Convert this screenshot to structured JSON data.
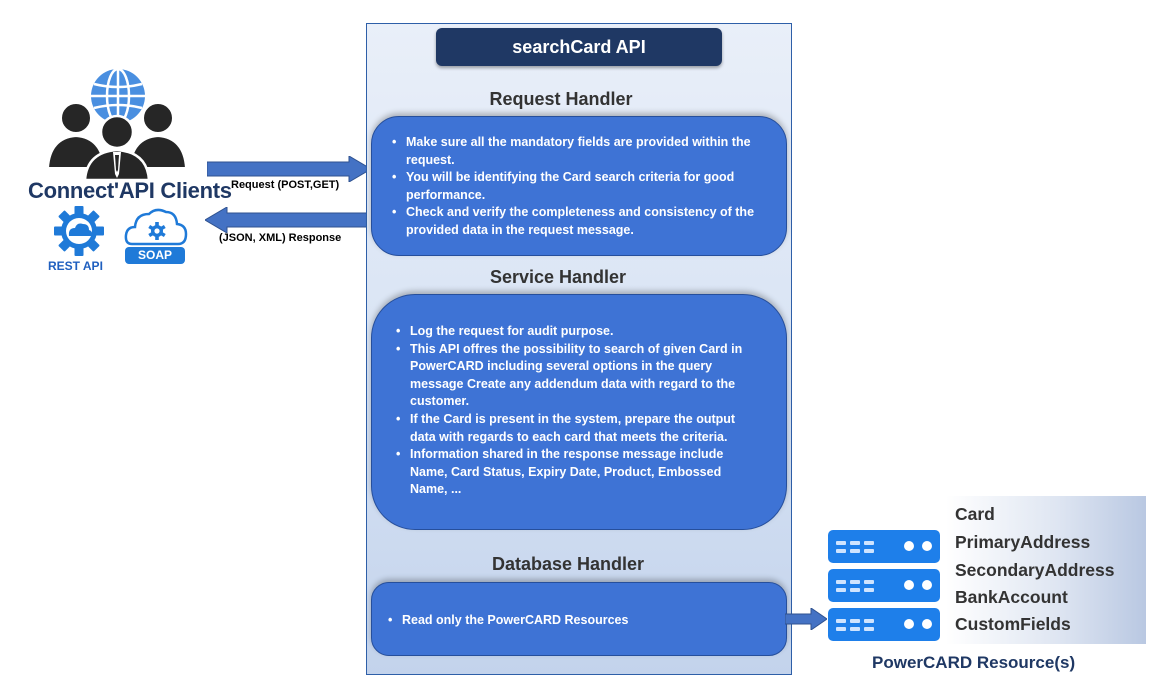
{
  "diagram": {
    "api_title": "searchCard  API",
    "clients": {
      "title": "Connect'API Clients",
      "rest_label": "REST API",
      "soap_label": "SOAP"
    },
    "arrows": {
      "request_label": "Request (POST,GET)",
      "response_label": "(JSON, XML) Response"
    },
    "request_handler": {
      "title": "Request Handler",
      "items": [
        "Make sure all the mandatory fields are provided within the request.",
        "You will be identifying the Card search criteria for good performance.",
        "Check and verify the completeness and consistency of the provided data in the request message."
      ]
    },
    "service_handler": {
      "title": "Service Handler",
      "items": [
        "Log the request for audit purpose.",
        "This API offres the possibility to search of given Card in PowerCARD including several options in the query message Create any addendum data with regard to the customer.",
        "If the Card is present in the system, prepare the output data with regards to each card that meets the criteria.",
        "Information shared in the response message include Name, Card Status, Expiry Date, Product, Embossed Name, ..."
      ]
    },
    "database_handler": {
      "title": "Database Handler",
      "items": [
        "Read only the PowerCARD Resources"
      ]
    },
    "resources": {
      "items": [
        "Card",
        "PrimaryAddress",
        "SecondaryAddress",
        "BankAccount",
        "CustomFields"
      ],
      "caption": "PowerCARD Resource(s)"
    },
    "colors": {
      "dark_navy": "#1f3864",
      "box_blue": "#3e73d5",
      "server_blue": "#1e7fea",
      "arrow_blue": "#4472c4"
    },
    "icons": [
      "users-globe-icon",
      "gear-cloud-icon",
      "cloud-gear-icon",
      "server-stack-icon",
      "arrow-right-icon",
      "arrow-left-icon"
    ]
  }
}
